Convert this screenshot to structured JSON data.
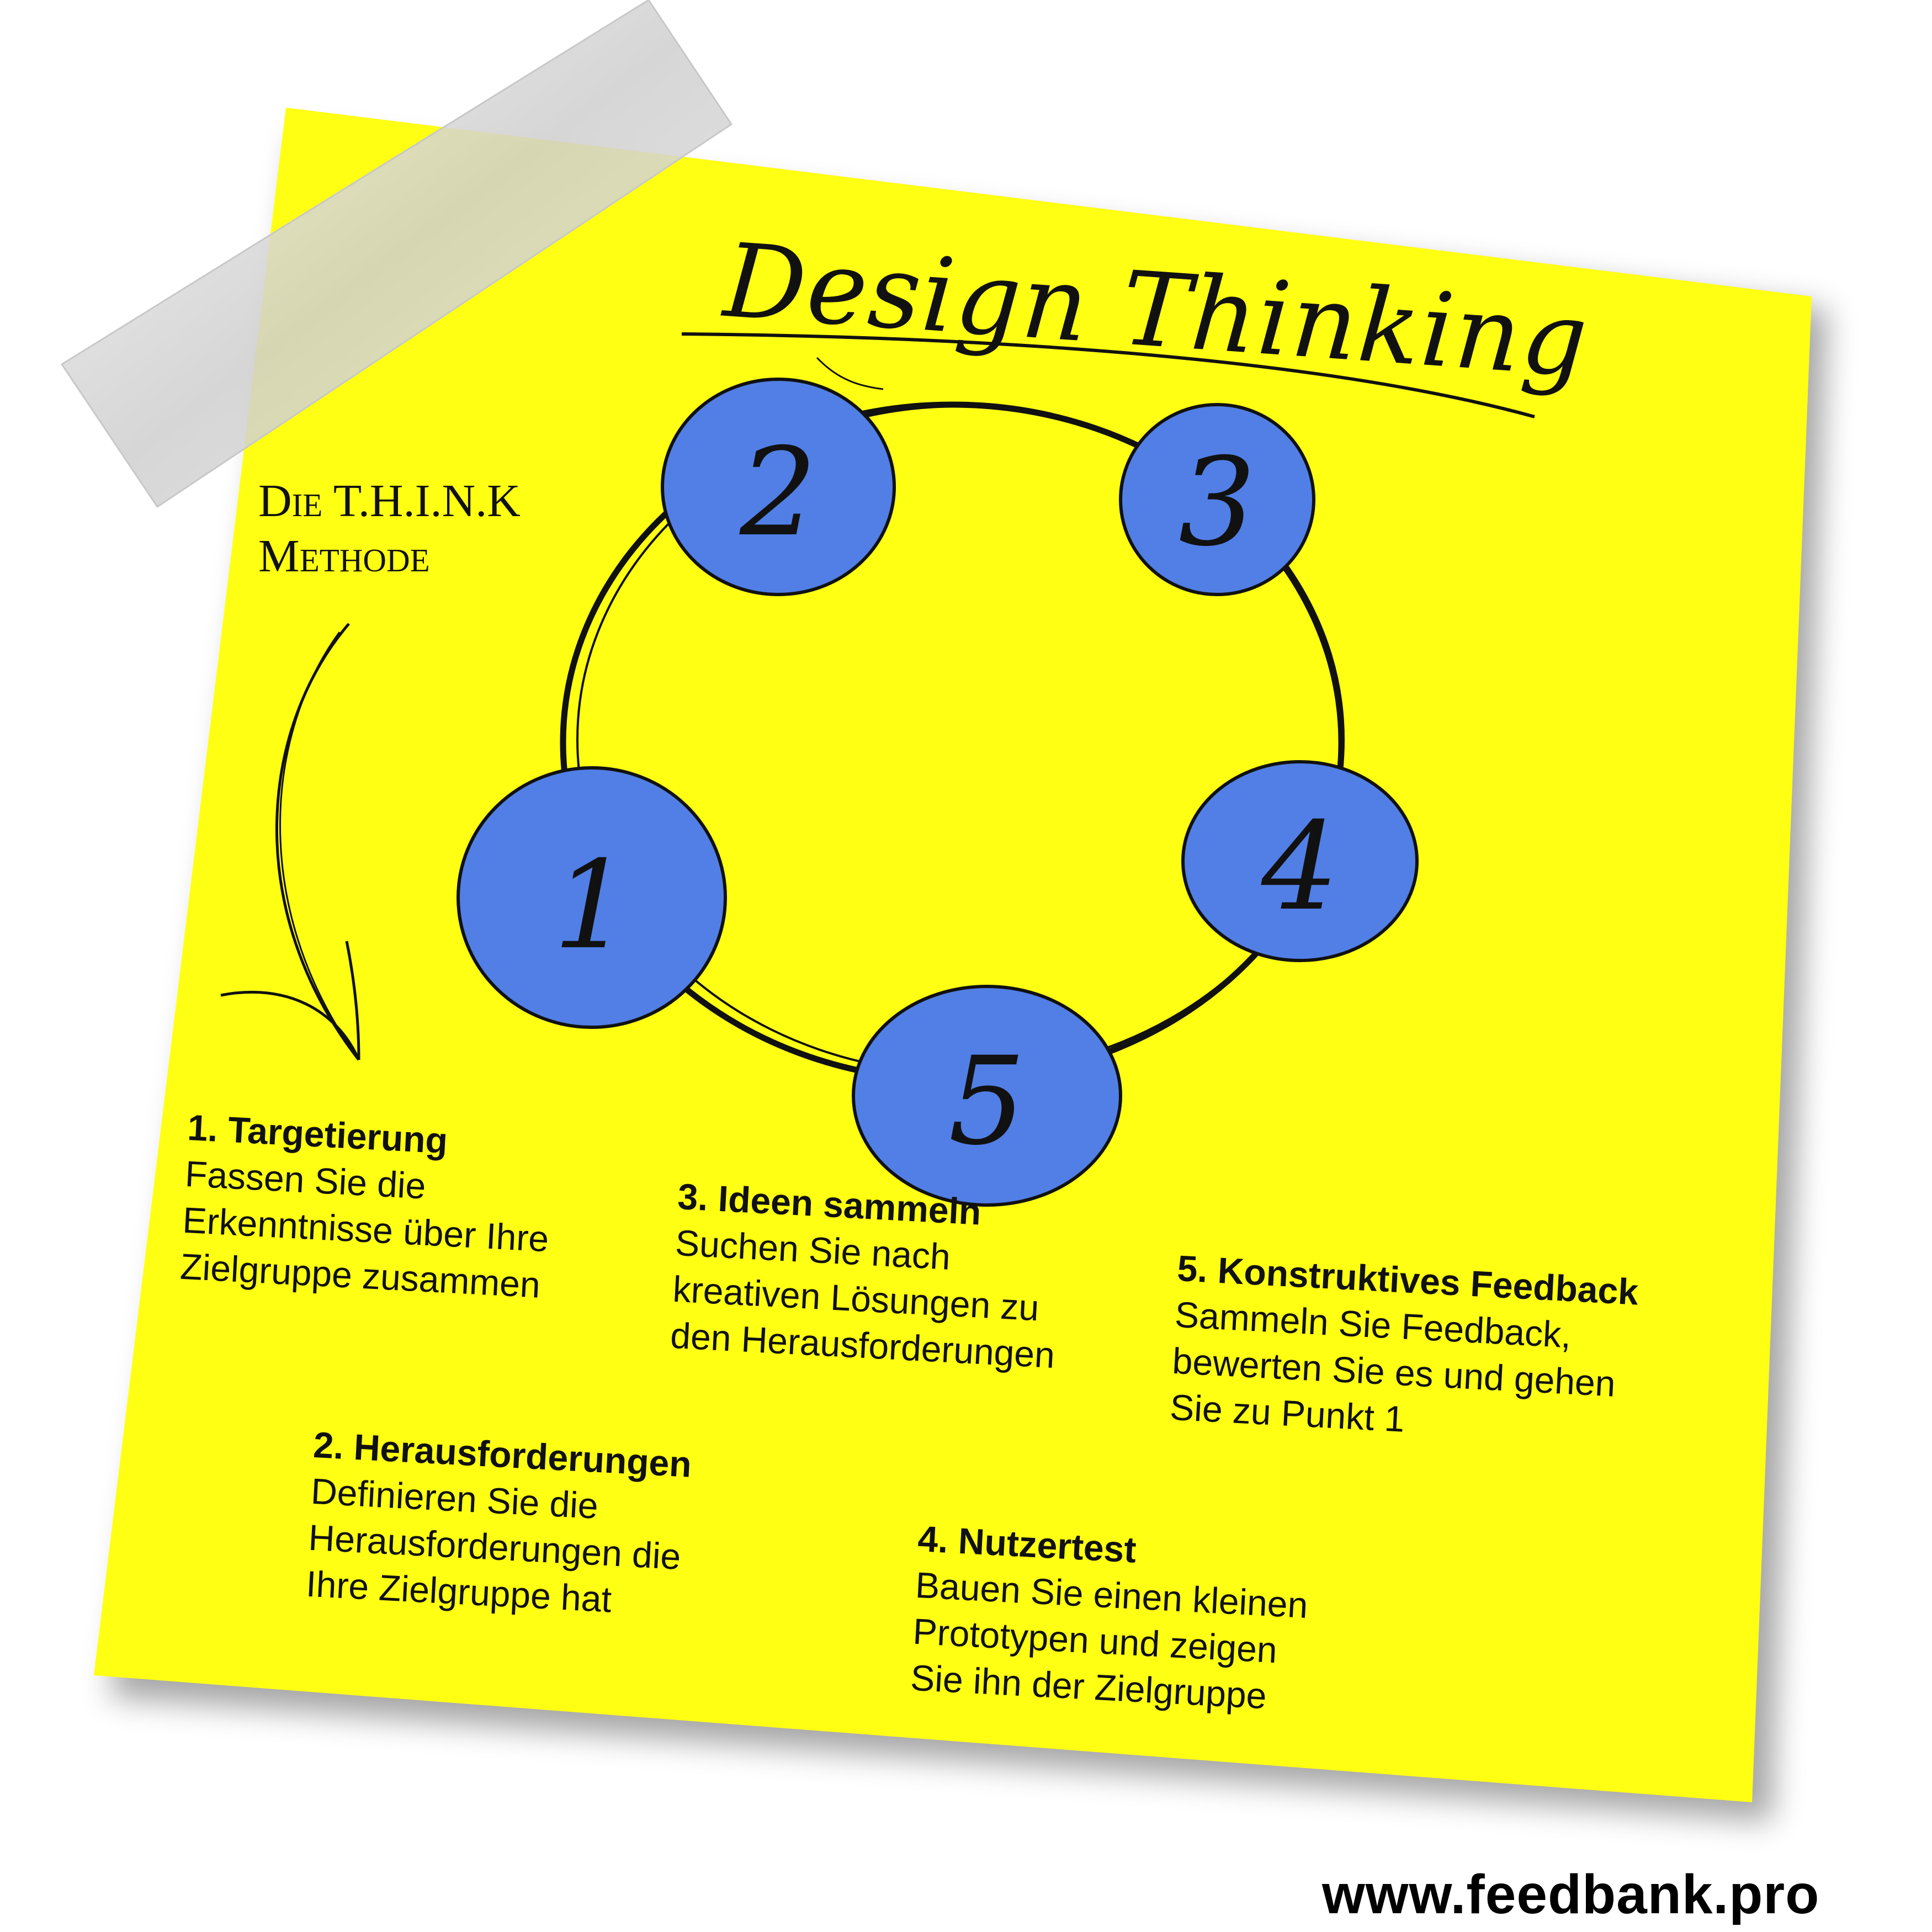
{
  "title": "Design Thinking",
  "method_label": {
    "line1": "Die T.H.I.N.K",
    "line2": "Methode"
  },
  "circle_numbers": [
    "1",
    "2",
    "3",
    "4",
    "5"
  ],
  "steps": [
    {
      "heading": "1. Targetierung",
      "lines": [
        "Fassen Sie die",
        "Erkenntnisse über Ihre",
        "Zielgruppe zusammen"
      ]
    },
    {
      "heading": "2. Herausforderungen",
      "lines": [
        "Definieren Sie die",
        "Herausforderungen die",
        "Ihre Zielgruppe hat"
      ]
    },
    {
      "heading": "3. Ideen sammeln",
      "lines": [
        "Suchen Sie nach",
        "kreativen Lösungen zu",
        "den Herausforderungen"
      ]
    },
    {
      "heading": "4. Nutzertest",
      "lines": [
        "Bauen Sie einen kleinen",
        "Prototypen und zeigen",
        "Sie ihn der Zielgruppe"
      ]
    },
    {
      "heading": "5. Konstruktives Feedback",
      "lines": [
        "Sammeln Sie Feedback,",
        "bewerten Sie es und gehen",
        "Sie zu Punkt 1"
      ]
    }
  ],
  "footer_url": "www.feedbank.pro",
  "colors": {
    "note": "#ffff14",
    "circle": "#517fe6",
    "tape": "#d9d9d9",
    "ink": "#111111"
  }
}
